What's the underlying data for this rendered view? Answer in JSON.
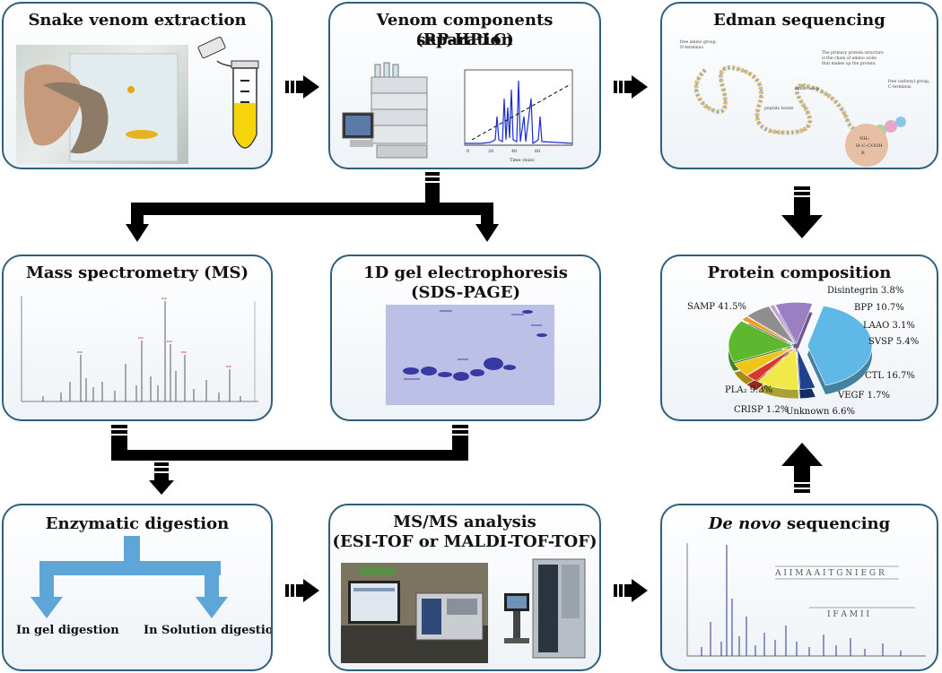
{
  "boxes": {
    "snake": {
      "title": "Snake venom extraction"
    },
    "hplc": {
      "title_line1": "Venom components separation",
      "title_line2": "(RP-HPLC)"
    },
    "edman": {
      "title": "Edman sequencing"
    },
    "ms": {
      "title": "Mass spectrometry (MS)"
    },
    "gel": {
      "title_line1": "1D gel electrophoresis",
      "title_line2": "(SDS-PAGE)"
    },
    "protein": {
      "title": "Protein composition"
    },
    "digestion": {
      "title": "Enzymatic digestion",
      "left_label": "In gel digestion",
      "right_label": "In Solution digestion"
    },
    "msms": {
      "title_line1": "MS/MS analysis",
      "title_line2": "(ESI-TOF or MALDI-TOF-TOF)"
    },
    "denovo": {
      "title_italic": "De novo",
      "title_rest": " sequencing"
    }
  },
  "chart_data": {
    "type": "pie",
    "labels": [
      "SAMP 41.5%",
      "Disintegrin 3.8%",
      "BPP 10.7%",
      "LAAO 3.1%",
      "SVSP 5.4%",
      "CTL 16.7%",
      "VEGF 1.7%",
      "Unknown 6.6%",
      "CRISP 1.2%",
      "PLA₂ 9.3%"
    ],
    "categories": [
      "SAMP",
      "Disintegrin",
      "BPP",
      "LAAO",
      "SVSP",
      "CTL",
      "VEGF",
      "Unknown",
      "CRISP",
      "PLA₂"
    ],
    "values": [
      41.5,
      3.8,
      10.7,
      3.1,
      5.4,
      16.7,
      1.7,
      6.6,
      1.2,
      9.3
    ],
    "colors": [
      "#5fb8e6",
      "#1f3f8f",
      "#f3e84a",
      "#d9372a",
      "#f0c419",
      "#5eb82f",
      "#f09a1e",
      "#8e8e8e",
      "#c7a0d6",
      "#9a7fc2"
    ]
  },
  "icons": [
    "arrow-right-icon",
    "arrow-down-icon",
    "arrow-up-icon"
  ]
}
